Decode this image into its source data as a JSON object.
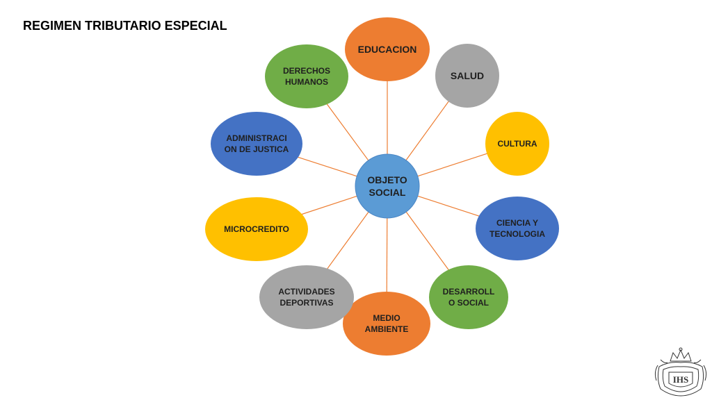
{
  "slide": {
    "title": "REGIMEN TRIBUTARIO ESPECIAL"
  },
  "center": {
    "label": [
      "OBJETO",
      "SOCIAL"
    ],
    "color": "#5b9bd5"
  },
  "colors": {
    "orange": "#ed7d31",
    "gray": "#a5a5a5",
    "yellow": "#ffc000",
    "blue": "#4472c4",
    "green": "#70ad47",
    "connector": "#ed7d31"
  },
  "nodes": [
    {
      "id": "educacion",
      "label": [
        "EDUCACION"
      ],
      "color": "orange"
    },
    {
      "id": "salud",
      "label": [
        "SALUD"
      ],
      "color": "gray"
    },
    {
      "id": "cultura",
      "label": [
        "CULTURA"
      ],
      "color": "yellow"
    },
    {
      "id": "ciencia-y-tecnologia",
      "label": [
        "CIENCIA Y",
        "TECNOLOGIA"
      ],
      "color": "blue"
    },
    {
      "id": "desarrollo-social",
      "label": [
        "DESARROLL",
        "O SOCIAL"
      ],
      "color": "green"
    },
    {
      "id": "medio-ambiente",
      "label": [
        "MEDIO",
        "AMBIENTE"
      ],
      "color": "orange"
    },
    {
      "id": "actividades-deportivas",
      "label": [
        "ACTIVIDADES",
        "DEPORTIVAS"
      ],
      "color": "gray"
    },
    {
      "id": "microcredito",
      "label": [
        "MICROCREDITO"
      ],
      "color": "yellow"
    },
    {
      "id": "administracion-de-justica",
      "label": [
        "ADMINISTRACI",
        "ON DE JUSTICA"
      ],
      "color": "blue"
    },
    {
      "id": "derechos-humanos",
      "label": [
        "DERECHOS",
        "HUMANOS"
      ],
      "color": "green"
    }
  ],
  "logo": {
    "name": "university-crest-icon",
    "monogram": "IHS"
  }
}
